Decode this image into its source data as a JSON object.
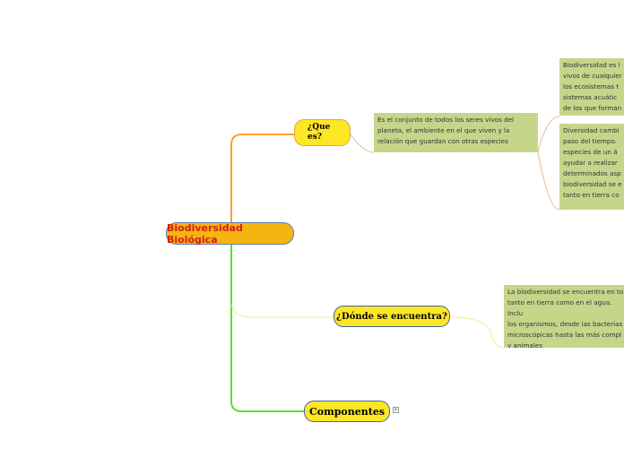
{
  "map": {
    "central": {
      "label": "Biodiversidad Biológica"
    },
    "topics": {
      "que": {
        "label": "¿Que es?"
      },
      "donde": {
        "label": "¿Dónde se encuentra?"
      },
      "componentes": {
        "label": "Componentes",
        "collapse_glyph": "+"
      }
    },
    "subtopics": {
      "definicion": "Es el conjunto de todos los seres vivos del\nplaneta, el ambiente en el que viven y la\nrelación que guardan con otras especies",
      "biodiversidad_es": "Biodiversidad es l\nvivos de cualquier\nlos ecosistemas t\nsistemas acuátic\nde los que forman",
      "diversidad_cambia": "Diversidad cambi\npaso del tiempo. \nespecies de un á\nayudar a realizar \ndeterminados asp\nbiodiversidad se e\ntanto en tierra co",
      "donde_texto": "La biodiversidad se encuentra en to\ntanto en tierra como en el agua. Inclu\nlos organismos, desde las bacterias\nmicroscópicas hasta las más compl\ny animales"
    }
  },
  "colors": {
    "central_fill": "#f5b40f",
    "central_text": "#d42020",
    "topic_fill": "#fde625",
    "subtopic_fill": "#c5d68b",
    "branch_orange": "#f5a623",
    "branch_green": "#5be02a",
    "branch_yellow": "#f3ed8c",
    "branch_tan": "#e8b98a"
  }
}
